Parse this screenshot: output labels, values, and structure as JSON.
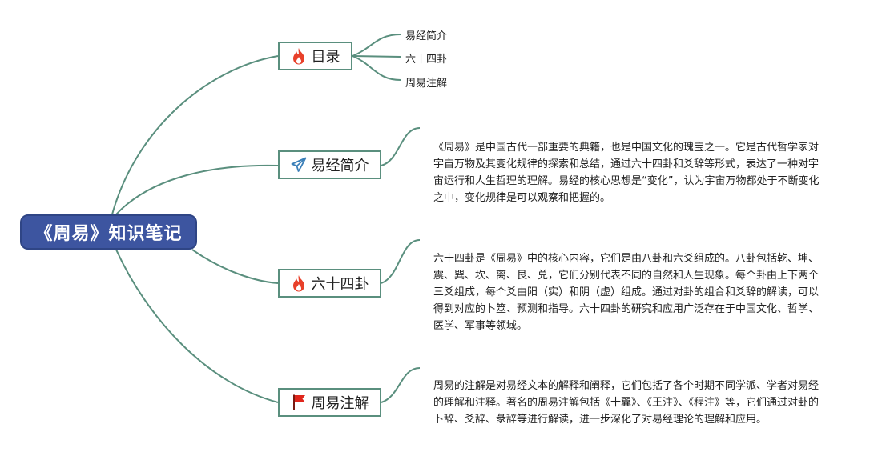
{
  "root": {
    "title": "《周易》知识笔记"
  },
  "branches": [
    {
      "label": "目录",
      "icon": "fire-icon",
      "children": [
        "易经简介",
        "六十四卦",
        "周易注解"
      ]
    },
    {
      "label": "易经简介",
      "icon": "paper-plane-icon",
      "text": "《周易》是中国古代一部重要的典籍，也是中国文化的瑰宝之一。它是古代哲学家对宇宙万物及其变化规律的探索和总结，通过六十四卦和爻辞等形式，表达了一种对宇宙运行和人生哲理的理解。易经的核心思想是“变化”，认为宇宙万物都处于不断变化之中，变化规律是可以观察和把握的。"
    },
    {
      "label": "六十四卦",
      "icon": "fire-icon",
      "text": "六十四卦是《周易》中的核心内容，它们是由八卦和六爻组成的。八卦包括乾、坤、震、巽、坎、离、艮、兑，它们分别代表不同的自然和人生现象。每个卦由上下两个三爻组成，每个爻由阳（实）和阴（虚）组成。通过对卦的组合和爻辞的解读，可以得到对应的卜筮、预测和指导。六十四卦的研究和应用广泛存在于中国文化、哲学、医学、军事等领域。"
    },
    {
      "label": "周易注解",
      "icon": "red-flag-icon",
      "text": "周易的注解是对易经文本的解释和阐释，它们包括了各个时期不同学派、学者对易经的理解和注释。著名的周易注解包括《十翼》、《王注》、《程注》等，它们通过对卦的卜辞、爻辞、彖辞等进行解读，进一步深化了对易经理论的理解和应用。"
    }
  ],
  "colors": {
    "root_fill": "#3d55a0",
    "line": "#5a8f7e",
    "fire": "#e8402a",
    "plane": "#3a7fb8",
    "flag": "#e0261c"
  }
}
